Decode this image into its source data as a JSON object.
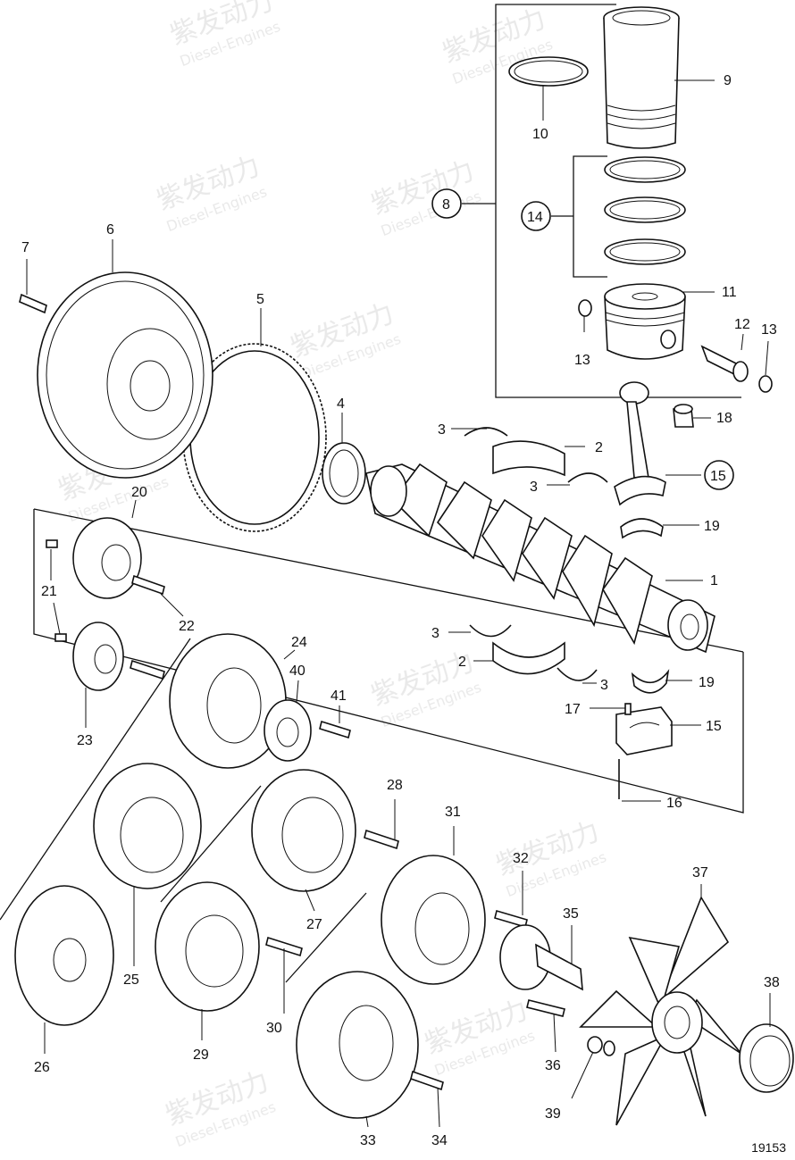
{
  "watermark": {
    "brand": "紫发动力",
    "sub": "Diesel-Engines"
  },
  "labels": {
    "p1": "1",
    "p2a": "2",
    "p2b": "2",
    "p3a": "3",
    "p3b": "3",
    "p3c": "3",
    "p3d": "3",
    "p4": "4",
    "p5": "5",
    "p6": "6",
    "p7": "7",
    "p8": "8",
    "p9": "9",
    "p10": "10",
    "p11": "11",
    "p12": "12",
    "p13a": "13",
    "p13b": "13",
    "p14": "14",
    "p15a": "15",
    "p15b": "15",
    "p16": "16",
    "p17": "17",
    "p18": "18",
    "p19a": "19",
    "p19b": "19",
    "p20": "20",
    "p21": "21",
    "p22": "22",
    "p23": "23",
    "p24": "24",
    "p25": "25",
    "p26": "26",
    "p27": "27",
    "p28": "28",
    "p29": "29",
    "p30": "30",
    "p31": "31",
    "p32": "32",
    "p33": "33",
    "p34": "34",
    "p35": "35",
    "p36": "36",
    "p37": "37",
    "p38": "38",
    "p39": "39",
    "p40": "40",
    "p41": "41"
  },
  "drawing_number": "19153"
}
